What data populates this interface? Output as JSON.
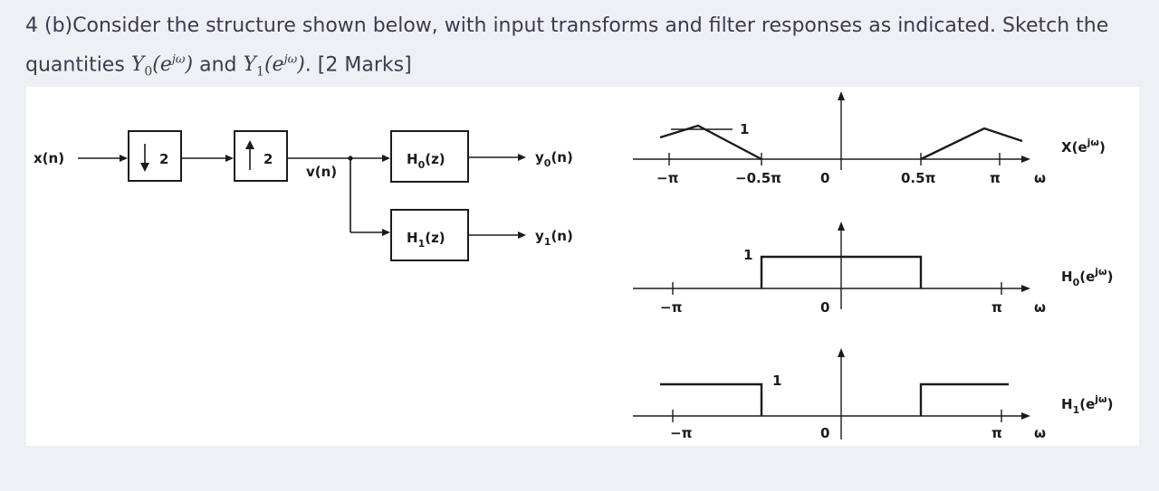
{
  "question": {
    "line1": "4 (b)Consider the structure shown below, with input transforms and filter responses as indicated. Sketch the",
    "line2_prefix": "quantities ",
    "y0_base": "Y",
    "y0_sub": "0",
    "y0_arg_open": "(e",
    "exponent": "jω",
    "y_arg_close": ")",
    "and_word": " and ",
    "y1_base": "Y",
    "y1_sub": "1",
    "y1_arg_open": "(e",
    "line2_suffix": ". [2 Marks]"
  },
  "block_diagram": {
    "input_label": "x(n)",
    "downsampler_factor": "2",
    "upsampler_factor": "2",
    "mid_signal_label": "v(n)",
    "filter0_label": "H",
    "filter0_sub": "0",
    "filter0_arg": "(z)",
    "filter1_label": "H",
    "filter1_sub": "1",
    "filter1_arg": "(z)",
    "output0_label": "y",
    "output0_sub": "0",
    "output0_arg": "(n)",
    "output1_label": "y",
    "output1_sub": "1",
    "output1_arg": "(n)"
  },
  "spectra": {
    "x_plot": {
      "name_base": "X(e",
      "name_exp": "jω",
      "name_close": ")",
      "peak_label": "1",
      "tick_labels": [
        "−π",
        "−0.5π",
        "0",
        "0.5π",
        "π"
      ],
      "omega_label": "ω"
    },
    "h0_plot": {
      "name_base": "H",
      "name_sub": "0",
      "name_mid": "(e",
      "name_exp": "jω",
      "name_close": ")",
      "level_label": "1",
      "tick_labels": [
        "−π",
        "0",
        "π"
      ],
      "omega_label": "ω"
    },
    "h1_plot": {
      "name_base": "H",
      "name_sub": "1",
      "name_mid": "(e",
      "name_exp": "jω",
      "name_close": ")",
      "level_label": "1",
      "tick_labels": [
        "−π",
        "0",
        "π"
      ],
      "omega_label": "ω"
    }
  }
}
